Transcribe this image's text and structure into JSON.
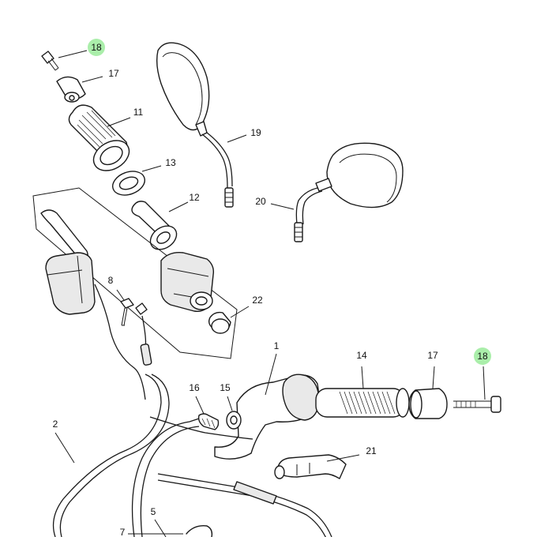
{
  "diagram": {
    "callouts": [
      {
        "id": "c18a",
        "label": "18",
        "highlighted": true
      },
      {
        "id": "c17a",
        "label": "17",
        "highlighted": false
      },
      {
        "id": "c11",
        "label": "11",
        "highlighted": false
      },
      {
        "id": "c13",
        "label": "13",
        "highlighted": false
      },
      {
        "id": "c12",
        "label": "12",
        "highlighted": false
      },
      {
        "id": "c19",
        "label": "19",
        "highlighted": false
      },
      {
        "id": "c20",
        "label": "20",
        "highlighted": false
      },
      {
        "id": "c8",
        "label": "8",
        "highlighted": false
      },
      {
        "id": "c22",
        "label": "22",
        "highlighted": false
      },
      {
        "id": "c1",
        "label": "1",
        "highlighted": false
      },
      {
        "id": "c14",
        "label": "14",
        "highlighted": false
      },
      {
        "id": "c17b",
        "label": "17",
        "highlighted": false
      },
      {
        "id": "c18b",
        "label": "18",
        "highlighted": true
      },
      {
        "id": "c16",
        "label": "16",
        "highlighted": false
      },
      {
        "id": "c15",
        "label": "15",
        "highlighted": false
      },
      {
        "id": "c2",
        "label": "2",
        "highlighted": false
      },
      {
        "id": "c21",
        "label": "21",
        "highlighted": false
      },
      {
        "id": "c5",
        "label": "5",
        "highlighted": false
      },
      {
        "id": "c7",
        "label": "7",
        "highlighted": false
      }
    ],
    "highlight_color": "#8ee88e",
    "line_color": "#1a1a1a"
  }
}
